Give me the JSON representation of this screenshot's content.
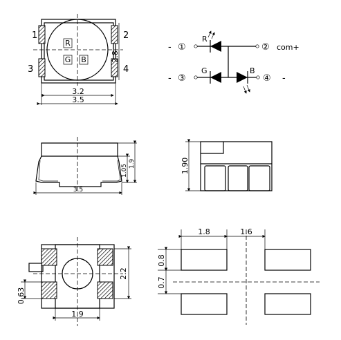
{
  "top_view": {
    "pin_labels": [
      "1",
      "2",
      "3",
      "4"
    ],
    "chip_labels": [
      "R",
      "G",
      "B"
    ],
    "dim_width_inner": "3.2",
    "dim_width_outer": "3.5",
    "dim_height": "2.8"
  },
  "schematic": {
    "nodes": [
      "①",
      "②",
      "③",
      "④"
    ],
    "led_labels": [
      "R",
      "G",
      "B"
    ],
    "common": "com+",
    "minus_sign": "-"
  },
  "side_view": {
    "dim_width": "3.5",
    "dim_body_height": "1.05",
    "dim_total_height": "1.9"
  },
  "end_view": {
    "dim_height": "1.90"
  },
  "bottom_view": {
    "dim_pad_spacing": "2.2",
    "dim_pad_height": "0.63",
    "dim_bottom_width": "1.9"
  },
  "land_pattern": {
    "dim_pad_width": "1.8",
    "dim_gap": "1.6",
    "dim_pad_height": "0.8",
    "dim_pad_gap": "0.7"
  }
}
